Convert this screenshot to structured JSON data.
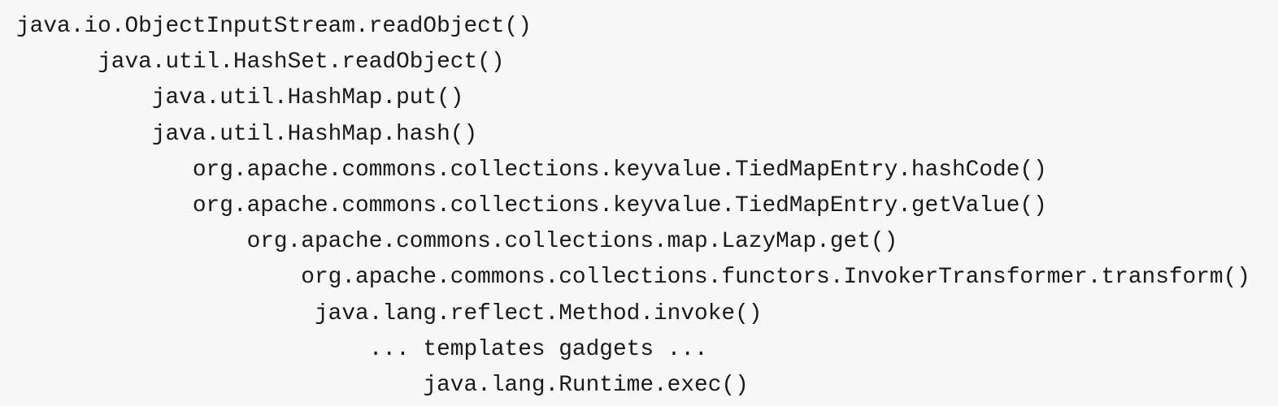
{
  "colors": {
    "background": "#f7f7f7",
    "text": "#1a1a1a"
  },
  "code_block": {
    "content_kind": "java-deserialization-gadget-chain-call-stack",
    "lines": [
      "java.io.ObjectInputStream.readObject()",
      "      java.util.HashSet.readObject()",
      "          java.util.HashMap.put()",
      "          java.util.HashMap.hash()",
      "             org.apache.commons.collections.keyvalue.TiedMapEntry.hashCode()",
      "             org.apache.commons.collections.keyvalue.TiedMapEntry.getValue()",
      "                 org.apache.commons.collections.map.LazyMap.get()",
      "                     org.apache.commons.collections.functors.InvokerTransformer.transform()",
      "                      java.lang.reflect.Method.invoke()",
      "                          ... templates gadgets ...",
      "                              java.lang.Runtime.exec()"
    ]
  }
}
